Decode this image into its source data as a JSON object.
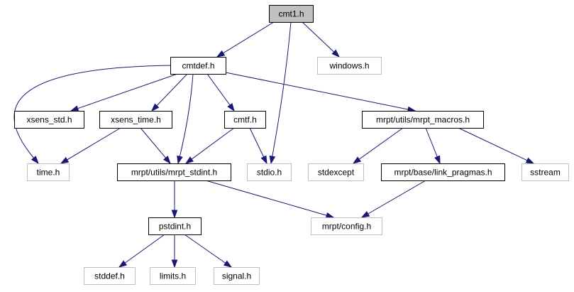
{
  "graph": {
    "colors": {
      "edge": "#191970",
      "root_fill": "#bfbfbf",
      "internal_border": "#000000",
      "external_border": "#bfbfbf",
      "text": "#000000"
    },
    "nodes": [
      {
        "id": "cmt1",
        "label": "cmt1.h",
        "kind": "root"
      },
      {
        "id": "cmtdef",
        "label": "cmtdef.h",
        "kind": "internal"
      },
      {
        "id": "windows",
        "label": "windows.h",
        "kind": "external"
      },
      {
        "id": "xsens_std",
        "label": "xsens_std.h",
        "kind": "internal"
      },
      {
        "id": "xsens_time",
        "label": "xsens_time.h",
        "kind": "internal"
      },
      {
        "id": "cmtf",
        "label": "cmtf.h",
        "kind": "internal"
      },
      {
        "id": "mrpt_macros",
        "label": "mrpt/utils/mrpt_macros.h",
        "kind": "internal"
      },
      {
        "id": "time",
        "label": "time.h",
        "kind": "external"
      },
      {
        "id": "mrpt_stdint",
        "label": "mrpt/utils/mrpt_stdint.h",
        "kind": "internal"
      },
      {
        "id": "stdio",
        "label": "stdio.h",
        "kind": "external"
      },
      {
        "id": "stdexcept",
        "label": "stdexcept",
        "kind": "external"
      },
      {
        "id": "link_pragmas",
        "label": "mrpt/base/link_pragmas.h",
        "kind": "internal"
      },
      {
        "id": "sstream",
        "label": "sstream",
        "kind": "external"
      },
      {
        "id": "pstdint",
        "label": "pstdint.h",
        "kind": "internal"
      },
      {
        "id": "config",
        "label": "mrpt/config.h",
        "kind": "external"
      },
      {
        "id": "stddef",
        "label": "stddef.h",
        "kind": "external"
      },
      {
        "id": "limits",
        "label": "limits.h",
        "kind": "external"
      },
      {
        "id": "signal",
        "label": "signal.h",
        "kind": "external"
      }
    ],
    "edges": [
      {
        "from": "cmt1",
        "to": "cmtdef"
      },
      {
        "from": "cmt1",
        "to": "stdio"
      },
      {
        "from": "cmt1",
        "to": "windows"
      },
      {
        "from": "cmtdef",
        "to": "time"
      },
      {
        "from": "cmtdef",
        "to": "xsens_std"
      },
      {
        "from": "cmtdef",
        "to": "xsens_time"
      },
      {
        "from": "cmtdef",
        "to": "mrpt_stdint"
      },
      {
        "from": "cmtdef",
        "to": "cmtf"
      },
      {
        "from": "cmtdef",
        "to": "mrpt_macros"
      },
      {
        "from": "xsens_time",
        "to": "time"
      },
      {
        "from": "xsens_time",
        "to": "mrpt_stdint"
      },
      {
        "from": "cmtf",
        "to": "mrpt_stdint"
      },
      {
        "from": "cmtf",
        "to": "stdio"
      },
      {
        "from": "mrpt_macros",
        "to": "stdexcept"
      },
      {
        "from": "mrpt_macros",
        "to": "link_pragmas"
      },
      {
        "from": "mrpt_macros",
        "to": "sstream"
      },
      {
        "from": "mrpt_stdint",
        "to": "pstdint"
      },
      {
        "from": "mrpt_stdint",
        "to": "config"
      },
      {
        "from": "link_pragmas",
        "to": "config"
      },
      {
        "from": "pstdint",
        "to": "stddef"
      },
      {
        "from": "pstdint",
        "to": "limits"
      },
      {
        "from": "pstdint",
        "to": "signal"
      }
    ]
  }
}
